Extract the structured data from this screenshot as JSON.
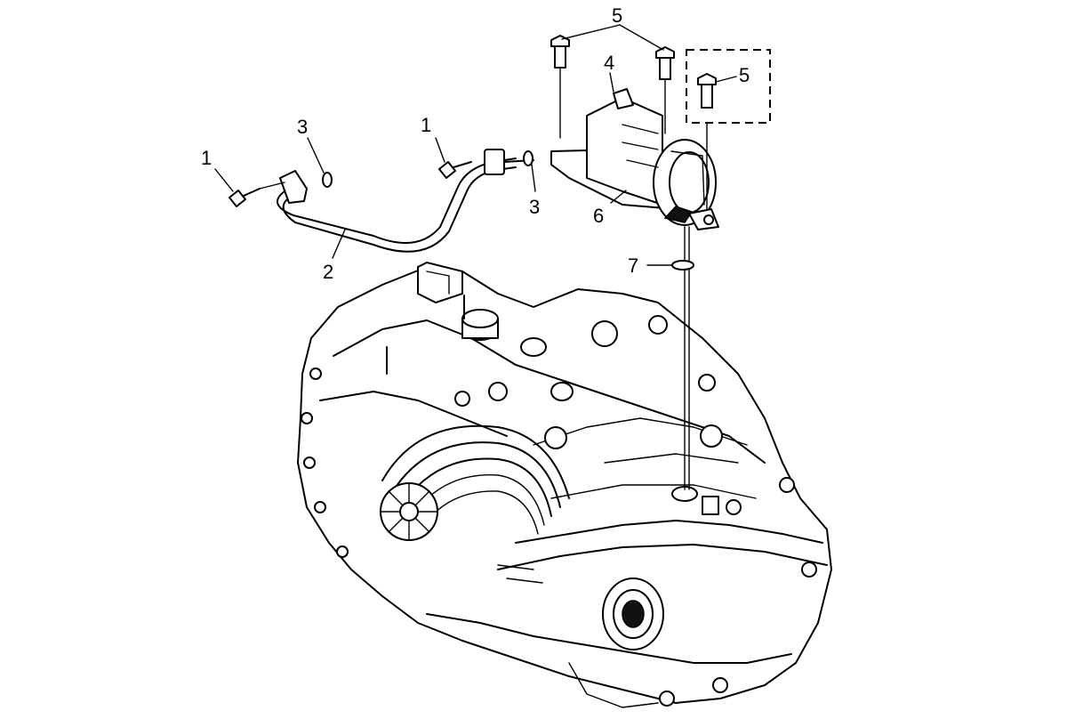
{
  "callouts": {
    "c1a": "1",
    "c1b": "1",
    "c2": "2",
    "c3a": "3",
    "c3b": "3",
    "c4": "4",
    "c5a": "5",
    "c5b": "5",
    "c6": "6",
    "c7": "7"
  },
  "colors": {
    "line": "#000000",
    "background": "#ffffff"
  }
}
